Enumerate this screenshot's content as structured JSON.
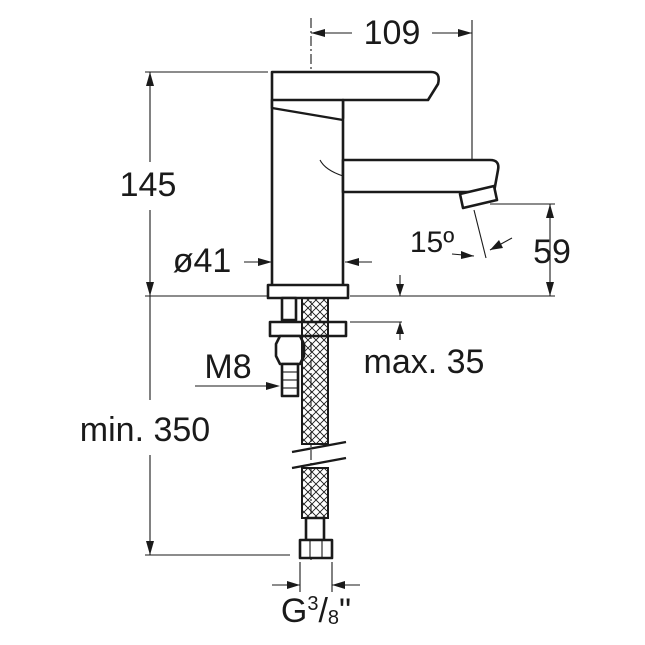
{
  "drawing": {
    "dimensions": {
      "spout_reach": "109",
      "total_height": "145",
      "body_diameter": "ø41",
      "spout_angle": "15º",
      "spout_height": "59",
      "mounting_thread": "M8",
      "max_thickness": "max. 35",
      "hose_length": "min. 350",
      "connection_prefix": "G",
      "connection_sup": "3",
      "connection_slash": "/",
      "connection_sub": "8",
      "connection_suffix": "\""
    },
    "colors": {
      "ink": "#1a1a1a",
      "paper": "#ffffff"
    }
  }
}
